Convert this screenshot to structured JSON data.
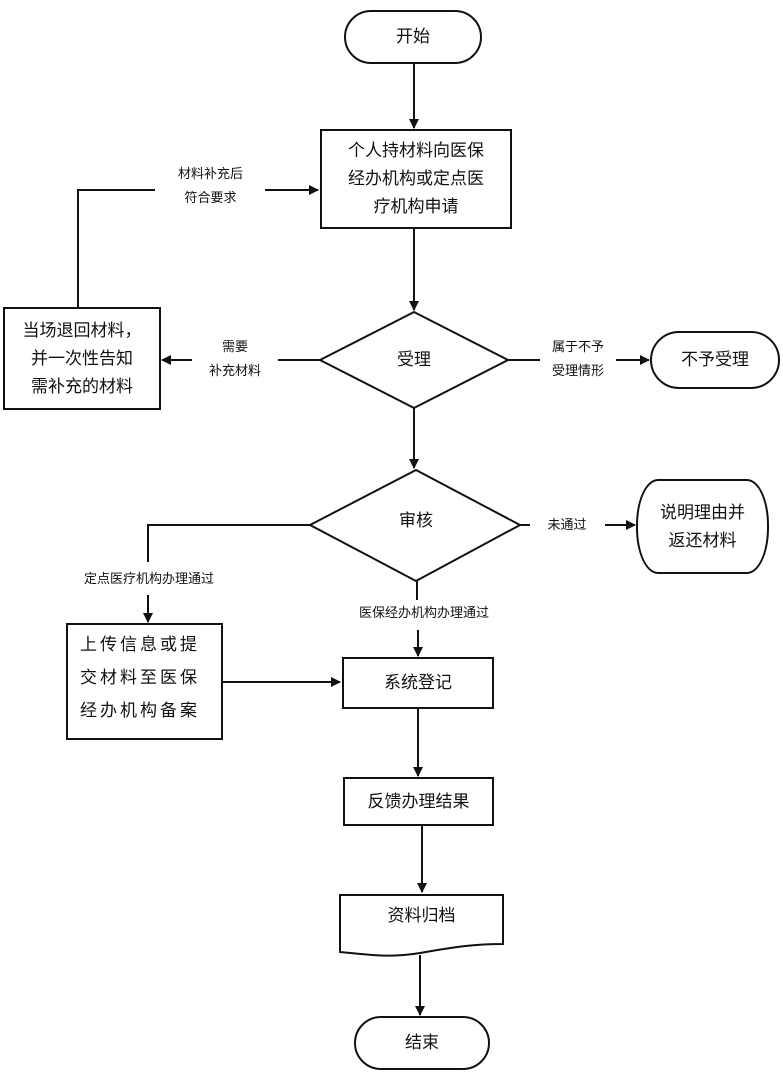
{
  "nodes": {
    "start": "开始",
    "apply": "个人持材料向医保\n经办机构或定点医\n疗机构申请",
    "accept": "受理",
    "return_materials": "当场退回材料，\n并一次性告知\n需补充的材料",
    "reject": "不予受理",
    "review": "审核",
    "explain": "说明理由并\n返还材料",
    "upload": "上传信息或提\n交材料至医保\n经办机构备案",
    "register": "系统登记",
    "feedback": "反馈办理结果",
    "archive": "资料归档",
    "end": "结束"
  },
  "edge_labels": {
    "resubmit": "材料补充后\n符合要求",
    "need_supplement": "需要\n补充材料",
    "not_accepted": "属于不予\n受理情形",
    "not_passed": "未通过",
    "designated_passed": "定点医疗机构办理通过",
    "agency_passed": "医保经办机构办理通过"
  }
}
